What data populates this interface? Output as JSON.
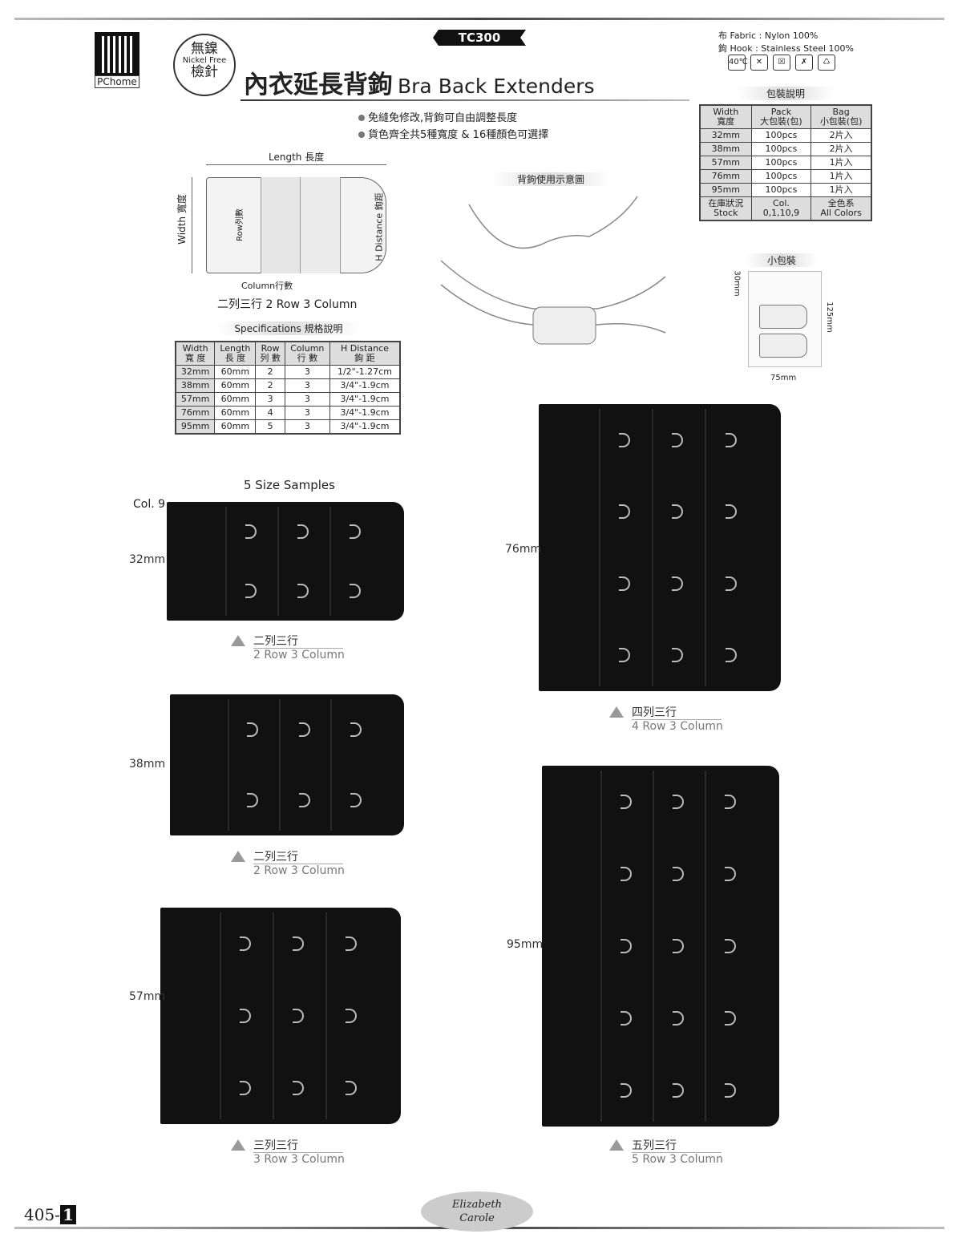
{
  "header": {
    "qr_label": "PChome",
    "seal": {
      "top": "無鎳",
      "middle": "Nickel Free",
      "bottom": "檢針"
    },
    "code": "TC300",
    "title_zh": "內衣延長背鉤",
    "title_en": "Bra Back Extenders",
    "fabric": "布 Fabric : Nylon 100%",
    "hook": "鉤 Hook : Stainless Steel 100%",
    "care_icons": [
      "40℃",
      "✕",
      "☒",
      "✗",
      "♺"
    ]
  },
  "bullets": [
    "免縫免修改,背鉤可自由調整長度",
    "貨色齊全共5種寬度 & 16種顏色可選擇"
  ],
  "diagram": {
    "length": "Length 長度",
    "width": "Width 寬度",
    "row": "Row列數",
    "hdist": "H Distance 鉤距",
    "column": "Column行數",
    "caption": "二列三行 2 Row 3 Column"
  },
  "usage_title": "背鉤使用示意圖",
  "spec": {
    "title": "Specifications 規格說明",
    "headers": [
      [
        "Width",
        "寬 度"
      ],
      [
        "Length",
        "長 度"
      ],
      [
        "Row",
        "列 數"
      ],
      [
        "Column",
        "行 數"
      ],
      [
        "H Distance",
        "鉤 距"
      ]
    ],
    "rows": [
      [
        "32mm",
        "60mm",
        "2",
        "3",
        "1/2\"-1.27cm"
      ],
      [
        "38mm",
        "60mm",
        "2",
        "3",
        "3/4\"-1.9cm"
      ],
      [
        "57mm",
        "60mm",
        "3",
        "3",
        "3/4\"-1.9cm"
      ],
      [
        "76mm",
        "60mm",
        "4",
        "3",
        "3/4\"-1.9cm"
      ],
      [
        "95mm",
        "60mm",
        "5",
        "3",
        "3/4\"-1.9cm"
      ]
    ]
  },
  "pack": {
    "title": "包裝說明",
    "headers": [
      [
        "Width",
        "寬度"
      ],
      [
        "Pack",
        "大包裝(包)"
      ],
      [
        "Bag",
        "小包裝(包)"
      ]
    ],
    "rows": [
      [
        "32mm",
        "100pcs",
        "2片入"
      ],
      [
        "38mm",
        "100pcs",
        "2片入"
      ],
      [
        "57mm",
        "100pcs",
        "1片入"
      ],
      [
        "76mm",
        "100pcs",
        "1片入"
      ],
      [
        "95mm",
        "100pcs",
        "1片入"
      ]
    ],
    "stock": [
      [
        "在庫狀況",
        "Stock"
      ],
      [
        "Col.",
        "0,1,10,9"
      ],
      [
        "全色系",
        "All Colors"
      ]
    ]
  },
  "small_pack": {
    "title": "小包裝",
    "h": "30mm",
    "tall": "125mm",
    "w": "75mm"
  },
  "samples": {
    "title": "5 Size Samples",
    "color": "Col. 9",
    "items": [
      {
        "width": "32mm",
        "zh": "二列三行",
        "en": "2 Row 3 Column",
        "rows": 2
      },
      {
        "width": "38mm",
        "zh": "二列三行",
        "en": "2 Row 3 Column",
        "rows": 2
      },
      {
        "width": "57mm",
        "zh": "三列三行",
        "en": "3 Row 3 Column",
        "rows": 3
      },
      {
        "width": "76mm",
        "zh": "四列三行",
        "en": "4 Row 3 Column",
        "rows": 4
      },
      {
        "width": "95mm",
        "zh": "五列三行",
        "en": "5 Row 3 Column",
        "rows": 5
      }
    ]
  },
  "footer": {
    "page": "405-",
    "sub": "1",
    "brand_1": "Elizabeth",
    "brand_2": "Carole"
  }
}
